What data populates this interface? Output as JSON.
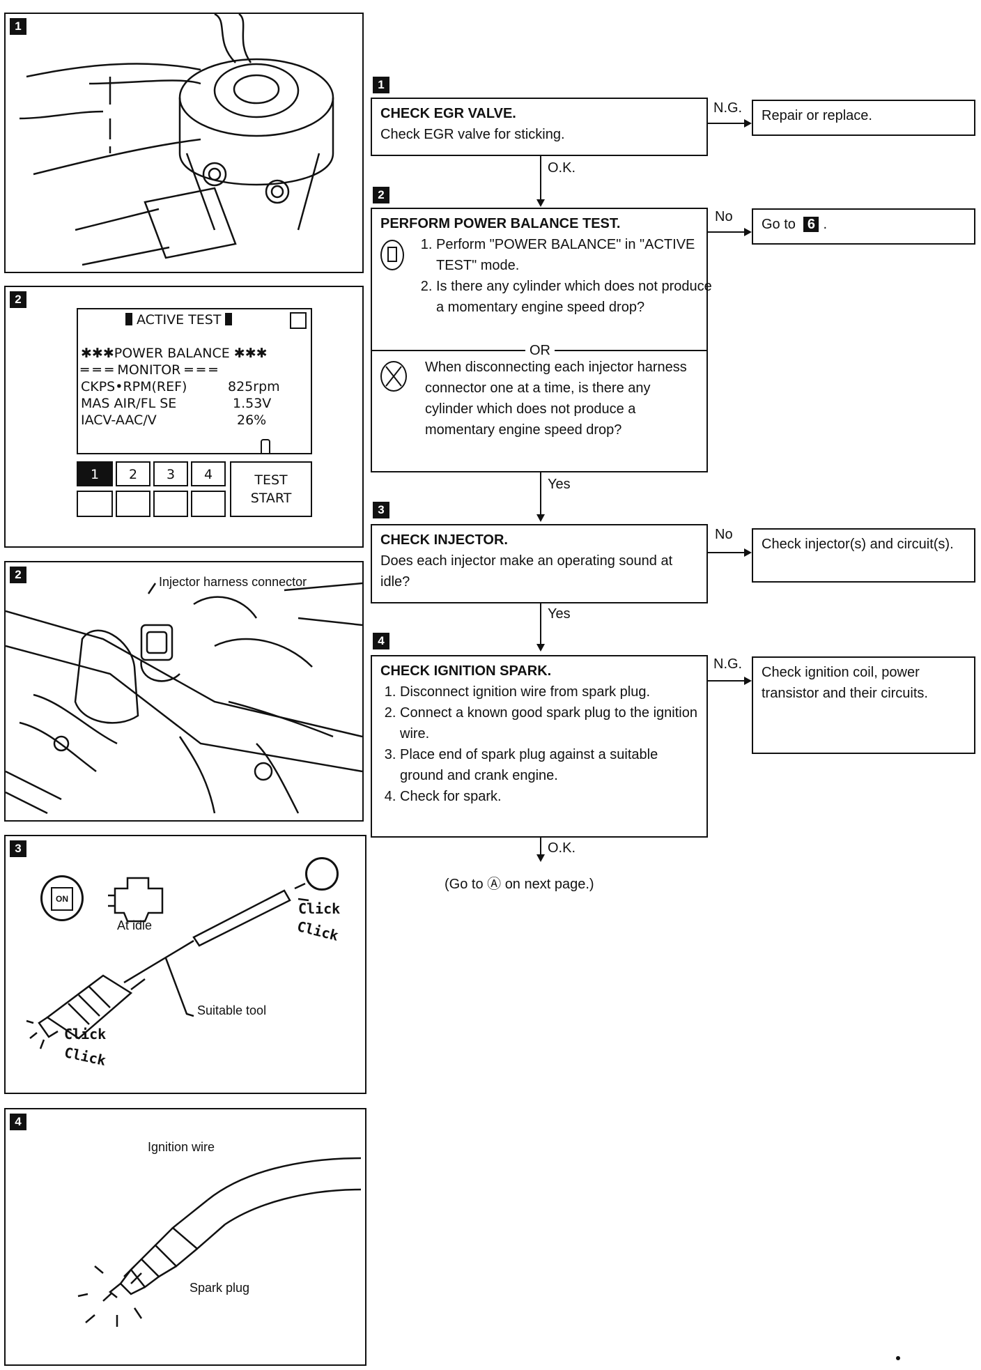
{
  "figures": {
    "fig1": {
      "num": "1"
    },
    "fig2a": {
      "num": "2",
      "screen": {
        "header": "ACTIVE TEST",
        "title": "✱✱✱POWER BALANCE ✱✱✱",
        "monitor": "═ ═ ═ MONITOR ═ ═ ═",
        "rows": [
          {
            "label": "CKPS•RPM(REF)",
            "value": "825rpm"
          },
          {
            "label": "MAS AIR/FL SE",
            "value": "1.53V"
          },
          {
            "label": "IACV-AAC/V",
            "value": "26%"
          }
        ],
        "buttons": [
          "1",
          "2",
          "3",
          "4"
        ],
        "test_start_1": "TEST",
        "test_start_2": "START"
      }
    },
    "fig2b": {
      "num": "2",
      "label": "Injector harness connector"
    },
    "fig3": {
      "num": "3",
      "key_label": "ON",
      "idle_label": "At idle",
      "tool_label": "Suitable tool",
      "click1": "Click",
      "click2": "Click",
      "click3": "Click",
      "click4": "Click"
    },
    "fig4": {
      "num": "4",
      "wire_label": "Ignition wire",
      "plug_label": "Spark plug"
    }
  },
  "flow": {
    "step1": {
      "num": "1",
      "title": "CHECK EGR VALVE.",
      "text": "Check EGR valve for sticking.",
      "ng_label": "N.G.",
      "ng_box": "Repair or replace.",
      "ok_label": "O.K."
    },
    "step2": {
      "num": "2",
      "title": "PERFORM POWER BALANCE TEST.",
      "items": [
        "Perform \"POWER BALANCE\" in \"ACTIVE TEST\" mode.",
        "Is there any cylinder which does not produce a momentary engine speed drop?"
      ],
      "or_label": "OR",
      "alt_text": "When disconnecting each injector harness connector one at a time, is there any cylinder which does not produce a momentary engine speed drop?",
      "no_label": "No",
      "no_box_prefix": "Go to",
      "no_box_num": "6",
      "no_box_suffix": ".",
      "yes_label": "Yes"
    },
    "step3": {
      "num": "3",
      "title": "CHECK INJECTOR.",
      "text": "Does each injector make an operating sound at idle?",
      "no_label": "No",
      "no_box": "Check injector(s) and circuit(s).",
      "yes_label": "Yes"
    },
    "step4": {
      "num": "4",
      "title": "CHECK IGNITION SPARK.",
      "items": [
        "Disconnect ignition wire from spark plug.",
        "Connect a known good spark plug to the ignition wire.",
        "Place end of spark plug against a suitable ground and crank engine.",
        "Check for spark."
      ],
      "ng_label": "N.G.",
      "ng_box": "Check ignition coil, power transistor and their circuits.",
      "ok_label": "O.K."
    },
    "next_page": "(Go to Ⓐ on next page.)"
  }
}
